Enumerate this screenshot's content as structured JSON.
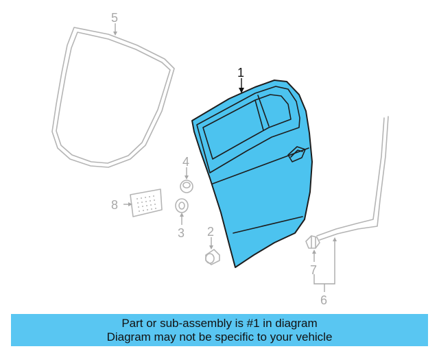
{
  "callouts": {
    "c1": "1",
    "c2": "2",
    "c3": "3",
    "c4": "4",
    "c5": "5",
    "c6": "6",
    "c7": "7",
    "c8": "8"
  },
  "banner": {
    "line1": "Part or sub-assembly is #1 in diagram",
    "line2": "Diagram may not be specific to your vehicle"
  },
  "colors": {
    "highlight": "#4cc3ef",
    "banner": "#59c6f2",
    "ghost": "#b4b4b4"
  }
}
